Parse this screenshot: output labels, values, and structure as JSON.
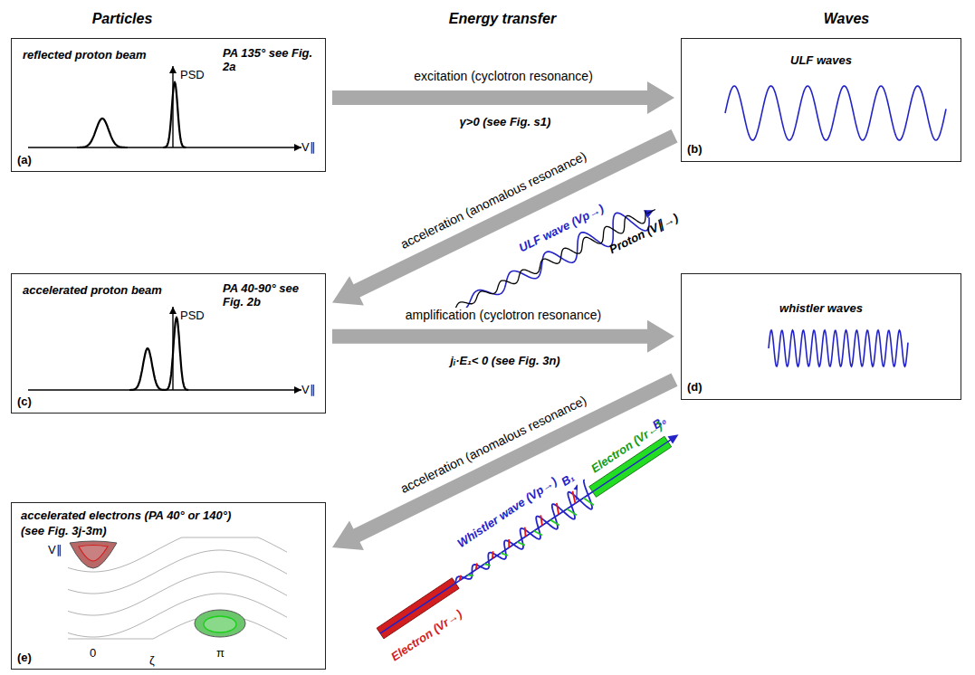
{
  "diagram": {
    "nodes": [
      {
        "text": [
          "reflected proton beam",
          "PA 135° see Fig. 2a",
          "PSD",
          "V∥",
          "(a)"
        ]
      },
      {
        "text": [
          "ULF waves",
          "(b)"
        ]
      },
      {
        "text": [
          "accelerated proton beam",
          "PA 40-90° see Fig. 2b",
          "PSD",
          "V∥",
          "(c)"
        ]
      },
      {
        "text": [
          "whistler waves",
          "(d)"
        ]
      },
      {
        "text": [
          "accelerated electrons (PA 40° or 140°)",
          "(see Fig. 3j-3m)",
          "V∥",
          "0",
          "π",
          "ζ",
          "(e)"
        ]
      }
    ],
    "edges": [
      {
        "from": 0,
        "to": 1,
        "arrow": "to",
        "label": "excitation (cyclotron resonance)"
      },
      {
        "from": 1,
        "to": 2,
        "arrow": "to",
        "label": "acceleration (anomalous resonance)"
      },
      {
        "from": 2,
        "to": 3,
        "arrow": "to",
        "label": "amplification (cyclotron resonance)"
      },
      {
        "from": 3,
        "to": 4,
        "arrow": "to",
        "label": "acceleration (anomalous resonance)"
      }
    ],
    "labels": [
      "Particles",
      "Energy transfer",
      "Waves",
      "γ>0  (see Fig. s1)",
      "jᵢ·E₁< 0  (see Fig. 3n)",
      "ULF wave (Vp→)",
      "Proton (V∥→)",
      "Whistler wave (Vp→)",
      "B₁",
      "B₀",
      "Electron (Vr→)",
      "Electron (Vr←)"
    ]
  }
}
